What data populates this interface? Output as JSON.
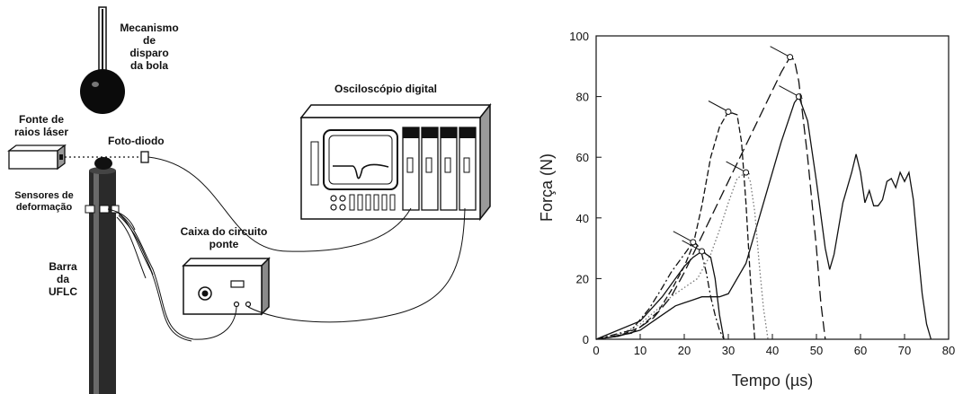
{
  "diagram": {
    "mechanism_lines": [
      "Mecanismo",
      "de",
      "disparo",
      "da bola"
    ],
    "laser_lines": [
      "Fonte de",
      "raios láser"
    ],
    "photodiode": "Foto-diodo",
    "oscilloscope": "Osciloscópio digital",
    "sensors_lines": [
      "Sensores de",
      "deformação"
    ],
    "bridge_box_lines": [
      "Caixa do circuito",
      "ponte"
    ],
    "bar_lines": [
      "Barra",
      "da",
      "UFLC"
    ]
  },
  "chart_data": {
    "type": "line",
    "xlabel": "Tempo (µs)",
    "ylabel": "Força (N)",
    "xlim": [
      0,
      80
    ],
    "ylim": [
      0,
      100
    ],
    "xticks": [
      0,
      10,
      20,
      30,
      40,
      50,
      60,
      70,
      80
    ],
    "yticks": [
      0,
      20,
      40,
      60,
      80,
      100
    ],
    "grid": false,
    "series": [
      {
        "style": "solid",
        "x": [
          0,
          5,
          10,
          14,
          18,
          20,
          22,
          24,
          26,
          28,
          30,
          34,
          38,
          42,
          45,
          46,
          48,
          50,
          52,
          53,
          54,
          56,
          58,
          59,
          60,
          61,
          62,
          63,
          64,
          65,
          66,
          67,
          68,
          69,
          70,
          71,
          72,
          73,
          74,
          75,
          76
        ],
        "y": [
          0,
          1,
          3,
          7,
          11,
          12,
          13,
          14,
          14,
          14,
          15,
          25,
          45,
          65,
          78,
          80,
          72,
          52,
          30,
          23,
          28,
          45,
          55,
          61,
          55,
          45,
          49,
          44,
          44,
          46,
          52,
          53,
          50,
          55,
          52,
          55,
          46,
          30,
          15,
          5,
          0
        ]
      },
      {
        "style": "dashed",
        "x": [
          0,
          5,
          10,
          14,
          17,
          20,
          22,
          24,
          26,
          28,
          30,
          32,
          33,
          34,
          35,
          36
        ],
        "y": [
          0,
          1,
          4,
          9,
          16,
          24,
          31,
          44,
          60,
          70,
          75,
          74,
          65,
          45,
          20,
          0
        ]
      },
      {
        "style": "dash",
        "x": [
          0,
          8,
          13,
          17,
          20,
          23,
          26,
          30,
          34,
          38,
          42,
          44,
          45,
          46,
          48,
          50,
          51,
          52
        ],
        "y": [
          0,
          2,
          7,
          14,
          22,
          31,
          40,
          52,
          64,
          76,
          88,
          93,
          92,
          85,
          60,
          30,
          12,
          0
        ]
      },
      {
        "style": "dotted",
        "x": [
          0,
          6,
          10,
          14,
          17,
          20,
          23,
          26,
          28,
          30,
          32,
          34,
          35,
          36,
          37,
          38,
          39
        ],
        "y": [
          0,
          2,
          5,
          10,
          14,
          17,
          20,
          28,
          36,
          45,
          53,
          55,
          52,
          42,
          25,
          10,
          0
        ]
      },
      {
        "style": "dashdot",
        "x": [
          0,
          8,
          12,
          15,
          17,
          19,
          21,
          22,
          23,
          24,
          25,
          26,
          27,
          28,
          29
        ],
        "y": [
          0,
          3,
          10,
          17,
          22,
          26,
          30,
          32,
          31,
          28,
          22,
          14,
          8,
          3,
          0
        ]
      },
      {
        "style": "solid",
        "x": [
          0,
          10,
          15,
          18,
          20,
          22,
          24,
          26,
          27,
          28,
          29
        ],
        "y": [
          0,
          6,
          14,
          20,
          24,
          27,
          29,
          27,
          20,
          8,
          0
        ]
      }
    ]
  }
}
